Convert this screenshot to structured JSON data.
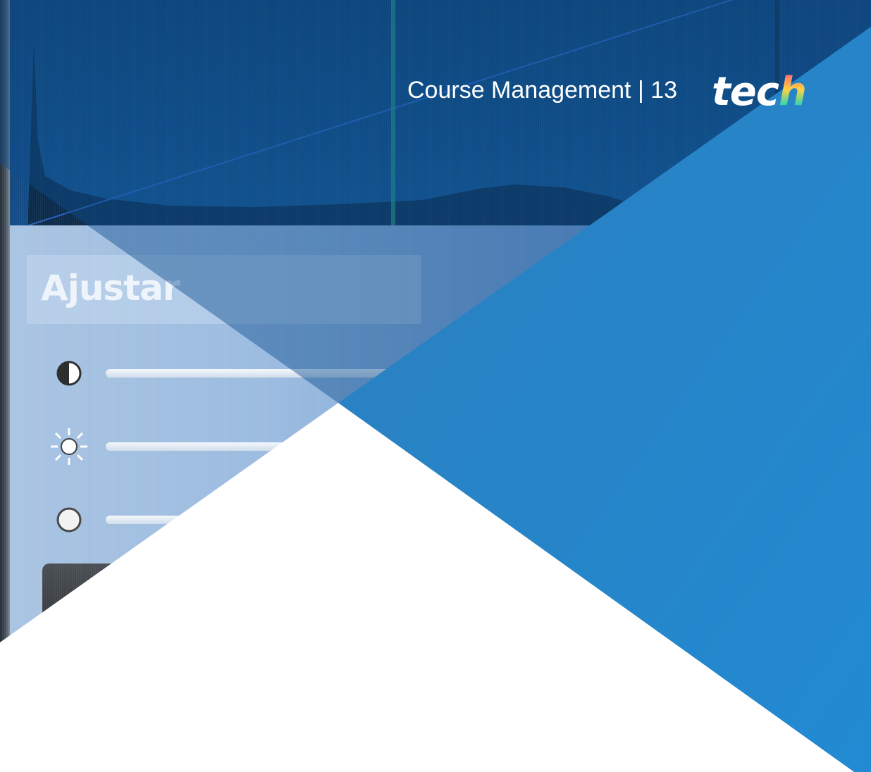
{
  "header": {
    "section": "Course Management",
    "separator": " | ",
    "page_number": "13"
  },
  "logo": {
    "text_main": "tec",
    "text_last": "h"
  },
  "background_ui": {
    "panel_title": "Ajustar",
    "sliders": [
      {
        "icon": "contrast-icon"
      },
      {
        "icon": "brightness-icon"
      },
      {
        "icon": "saturation-icon"
      }
    ]
  },
  "colors": {
    "accent_blue": "#2386c8",
    "overlay_dark_blue": "#0d4d8f",
    "white": "#ffffff"
  }
}
